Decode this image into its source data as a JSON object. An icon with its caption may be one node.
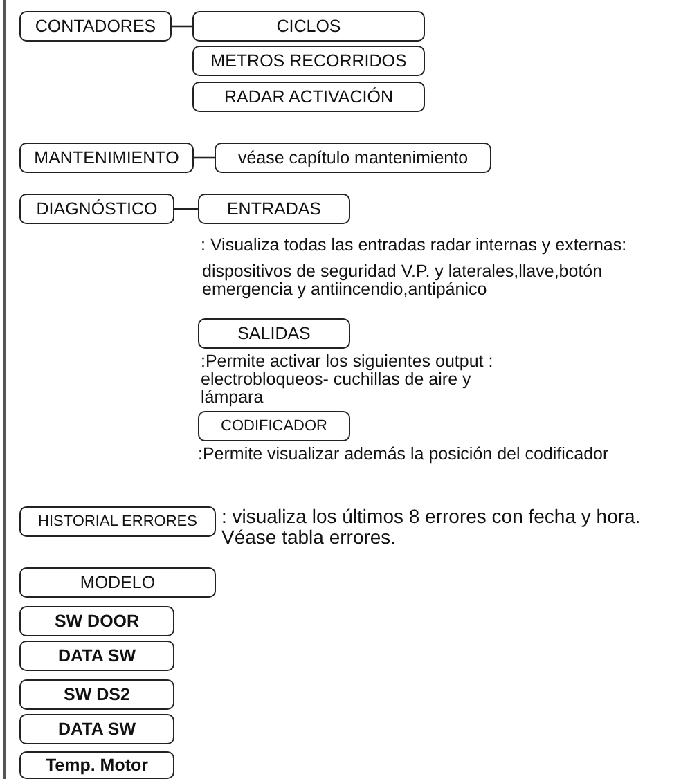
{
  "diagram": {
    "nodes": [
      {
        "text": [
          "CONTADORES"
        ]
      },
      {
        "text": [
          "CICLOS"
        ]
      },
      {
        "text": [
          "METROS RECORRIDOS"
        ]
      },
      {
        "text": [
          "RADAR ACTIVACIÓN"
        ]
      },
      {
        "text": [
          "MANTENIMIENTO"
        ]
      },
      {
        "text": [
          "véase capítulo mantenimiento"
        ]
      },
      {
        "text": [
          "DIAGNÓSTICO"
        ]
      },
      {
        "text": [
          "ENTRADAS"
        ],
        "beside": [
          ": Visualiza todas las entradas radar internas y externas:",
          "dispositivos de seguridad V.P. y laterales,llave,botón emergencia y antiincendio,antipánico"
        ]
      },
      {
        "text": [
          "SALIDAS"
        ],
        "beside": [
          ":Permite activar los siguientes output : electrobloqueos- cuchillas de aire y lámpara"
        ]
      },
      {
        "text": [
          "CODIFICADOR"
        ],
        "beside": [
          ":Permite visualizar además la posición del codificador"
        ]
      },
      {
        "text": [
          "HISTORIAL ERRORES"
        ],
        "beside": [
          ": visualiza los últimos 8 errores con fecha y hora. Véase tabla errores."
        ]
      },
      {
        "text": [
          "MODELO"
        ]
      },
      {
        "text": [
          "SW DOOR"
        ]
      },
      {
        "text": [
          "DATA SW"
        ]
      },
      {
        "text": [
          "SW DS2"
        ]
      },
      {
        "text": [
          "DATA SW"
        ]
      },
      {
        "text": [
          "Temp. Motor"
        ]
      }
    ],
    "edges": [
      {
        "from": 0,
        "to": 1,
        "arrow": "none"
      },
      {
        "from": 4,
        "to": 5,
        "arrow": "none"
      },
      {
        "from": 6,
        "to": 7,
        "arrow": "none"
      }
    ]
  }
}
